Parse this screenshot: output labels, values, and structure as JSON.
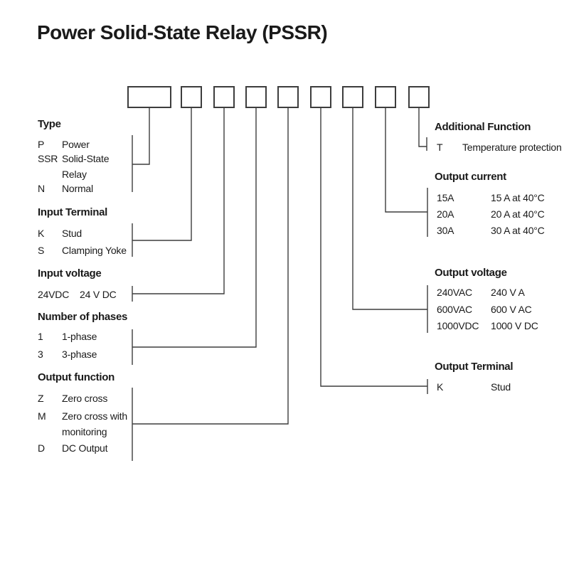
{
  "title": "Power Solid-State Relay (PSSR)",
  "code_boxes": {
    "count": 9
  },
  "left_sections": [
    {
      "heading": "Type",
      "rows": [
        {
          "code": "P",
          "desc": "Power"
        },
        {
          "code": "SSR",
          "desc": "Solid-State"
        },
        {
          "code": "",
          "desc": "Relay"
        },
        {
          "code": "N",
          "desc": "Normal"
        }
      ]
    },
    {
      "heading": "Input Terminal",
      "rows": [
        {
          "code": "K",
          "desc": "Stud"
        },
        {
          "code": "S",
          "desc": "Clamping Yoke"
        }
      ]
    },
    {
      "heading": "Input voltage",
      "rows": [
        {
          "code": "24VDC",
          "desc": "24 V DC"
        }
      ]
    },
    {
      "heading": "Number of phases",
      "rows": [
        {
          "code": "1",
          "desc": "1-phase"
        },
        {
          "code": "3",
          "desc": "3-phase"
        }
      ]
    },
    {
      "heading": "Output function",
      "rows": [
        {
          "code": "Z",
          "desc": "Zero cross"
        },
        {
          "code": "M",
          "desc": "Zero cross with"
        },
        {
          "code": "",
          "desc": "monitoring"
        },
        {
          "code": "D",
          "desc": "DC Output"
        }
      ]
    }
  ],
  "right_sections": [
    {
      "heading": "Additional Function",
      "rows": [
        {
          "code": "T",
          "desc": "Temperature protection"
        }
      ]
    },
    {
      "heading": "Output current",
      "rows": [
        {
          "code": "15A",
          "desc": "15 A at 40°C"
        },
        {
          "code": "20A",
          "desc": "20 A at 40°C"
        },
        {
          "code": "30A",
          "desc": "30 A at 40°C"
        }
      ]
    },
    {
      "heading": "Output voltage",
      "rows": [
        {
          "code": "240VAC",
          "desc": "240 V A"
        },
        {
          "code": "600VAC",
          "desc": "600 V AC"
        },
        {
          "code": "1000VDC",
          "desc": "1000 V DC"
        }
      ]
    },
    {
      "heading": "Output Terminal",
      "rows": [
        {
          "code": "K",
          "desc": "Stud"
        }
      ]
    }
  ],
  "colors": {
    "text": "#1a1a1a",
    "line": "#3d3d3d",
    "background": "#ffffff"
  }
}
